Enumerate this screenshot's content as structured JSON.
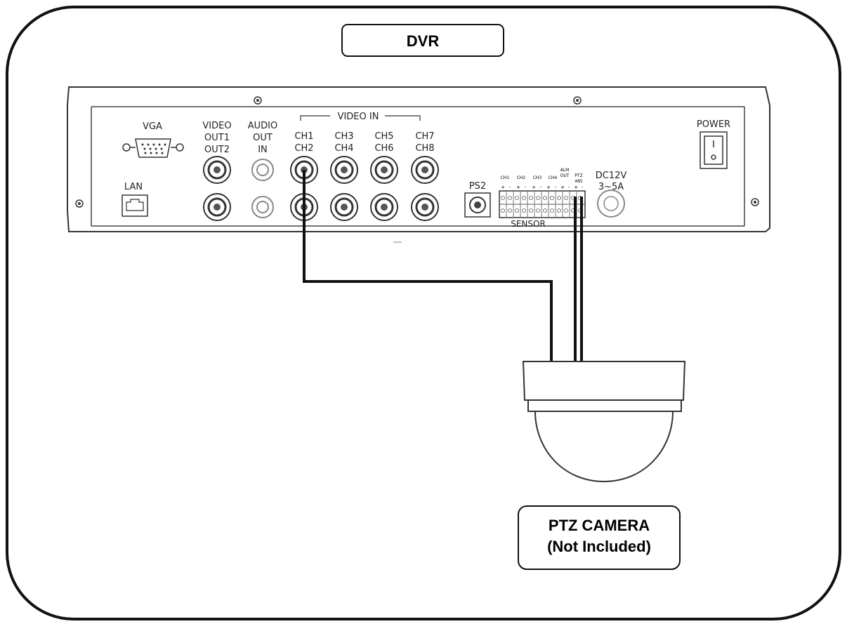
{
  "title": "DVR",
  "dvr_panel": {
    "vga_label": "VGA",
    "lan_label": "LAN",
    "video_out_labels": [
      "VIDEO",
      "OUT1",
      "OUT2"
    ],
    "audio_labels": [
      "AUDIO",
      "OUT",
      "IN"
    ],
    "video_in_label": "VIDEO IN",
    "channel_pairs": [
      [
        "CH1",
        "CH2"
      ],
      [
        "CH3",
        "CH4"
      ],
      [
        "CH5",
        "CH6"
      ],
      [
        "CH7",
        "CH8"
      ]
    ],
    "ps2_label": "PS2",
    "sensor_label": "SENSOR",
    "terminal_top_labels": [
      "CH1",
      "CH2",
      "CH3",
      "CH4",
      "ALM",
      "OUT",
      "PTZ",
      "485"
    ],
    "terminal_polarity": [
      "+",
      "-",
      "+",
      "-",
      "+",
      "-",
      "+",
      "-",
      "+",
      "-",
      "+",
      "-"
    ],
    "dc_labels": [
      "DC12V",
      "3~5A"
    ],
    "power_label": "POWER"
  },
  "camera": {
    "label_line1": "PTZ CAMERA",
    "label_line2": "(Not Included)"
  }
}
